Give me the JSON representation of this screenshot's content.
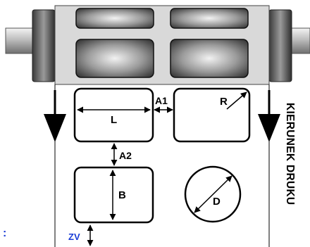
{
  "labels": {
    "L": "L",
    "A1": "A1",
    "R": "R",
    "A2": "A2",
    "B": "B",
    "D": "D",
    "ZV": "ZV",
    "direction": "KIERUNEK DRUKU",
    "edge_mark": ":"
  },
  "colors": {
    "outline": "#000000",
    "roller_body": "#d9d9d9",
    "shaft": "#bdbdbd",
    "label_blue": "#1a3cd6"
  },
  "icons": {
    "feed_arrow": "down-arrow-icon",
    "dimension_arrow": "double-arrow-icon"
  }
}
